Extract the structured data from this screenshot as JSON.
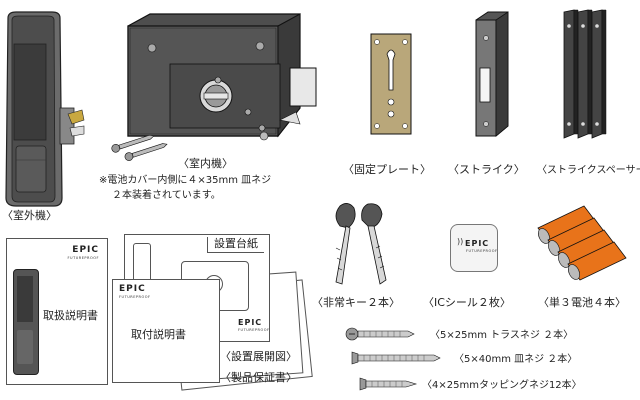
{
  "items": {
    "outdoor_unit": {
      "label": "〈室外機〉"
    },
    "indoor_unit": {
      "label": "〈室内機〉",
      "note_line1": "※電池カバー内側に４×35mm 皿ネジ",
      "note_line2": "２本装着されています。"
    },
    "fixing_plate": {
      "label": "〈固定プレート〉"
    },
    "strike": {
      "label": "〈ストライク〉"
    },
    "strike_spacer": {
      "label": "〈ストライクスペーサー〉"
    },
    "emergency_key": {
      "label": "〈非常キー２本〉"
    },
    "ic_seal": {
      "label": "〈ICシール２枚〉"
    },
    "batteries": {
      "label": "〈単３電池４本〉"
    },
    "manual": {
      "brand": "EPIC",
      "brand_sub": "FUTUREPROOF",
      "title": "取扱説明書"
    },
    "install_manual": {
      "brand": "EPIC",
      "brand_sub": "FUTUREPROOF",
      "title": "取付説明書"
    },
    "install_paper": {
      "title": "設置台紙"
    },
    "deploy_diagram": {
      "label": "〈設置展開図〉"
    },
    "warranty": {
      "label": "〈製品保証書〉"
    },
    "ic_card": {
      "brand": "EPIC",
      "brand_sub": "FUTUREPROOF"
    },
    "screws": [
      {
        "label": "〈5×25mm トラスネジ ２本〉"
      },
      {
        "label": "〈5×40mm 皿ネジ ２本〉"
      },
      {
        "label": "〈4×25mmタッピングネジ12本〉"
      }
    ]
  }
}
